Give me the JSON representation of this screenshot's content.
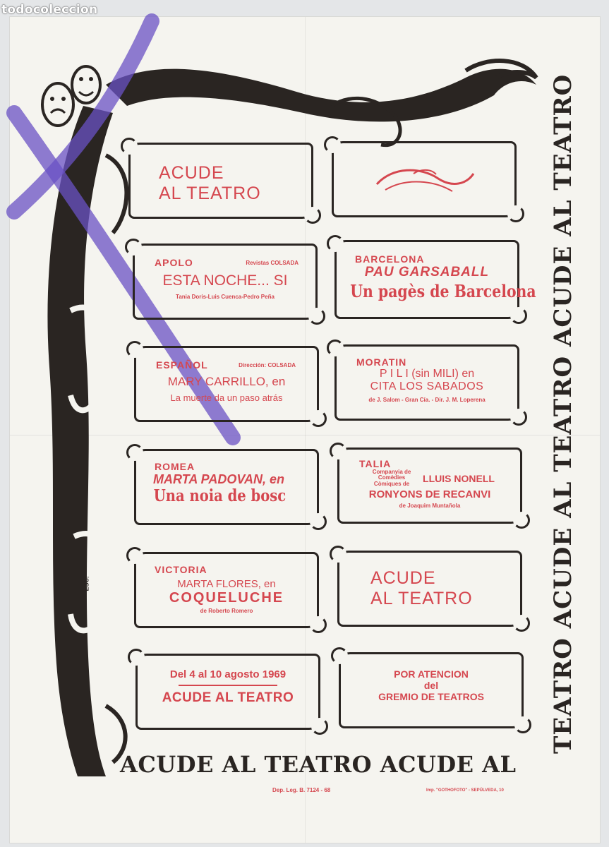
{
  "watermark": "todocoleccion",
  "colors": {
    "ink_red": "#d5474f",
    "ink_black": "#2a2522",
    "paper": "#f5f4ef",
    "violet_stroke": "#6a52c4"
  },
  "ornament": {
    "masks_icon": "comedy-tragedy-masks"
  },
  "panels": {
    "p1": {
      "l1": "ACUDE",
      "l2": "AL TEATRO"
    },
    "p2": {
      "flourish_icon": "red-flourish"
    },
    "p3": {
      "theatre": "APOLO",
      "company": "Revistas COLSADA",
      "play": "ESTA NOCHE... SI",
      "cast": "Tania Doris-Luis Cuenca-Pedro Peña"
    },
    "p4": {
      "theatre": "BARCELONA",
      "actor": "PAU GARSABALL",
      "play": "Un pagès de Barcelona"
    },
    "p5": {
      "theatre": "ESPAÑOL",
      "direction": "Dirección: COLSADA",
      "actor": "MARY CARRILLO, en",
      "play": "La muerte da un paso atrás"
    },
    "p6": {
      "theatre": "MORATIN",
      "actor": "P I L I (sin MILI) en",
      "play": "CITA LOS SABADOS",
      "author": "de J. Salom - Gran Cía. - Dir. J. M. Loperena"
    },
    "p7": {
      "theatre": "ROMEA",
      "actor": "MARTA PADOVAN, en",
      "play": "Una noia de bosc"
    },
    "p8": {
      "theatre": "TALIA",
      "company": "Companyia de Comèdies Còmiques de",
      "actor": "LLUIS NONELL",
      "play": "RONYONS DE RECANVI",
      "author": "de Joaquim Muntañola"
    },
    "p9": {
      "theatre": "VICTORIA",
      "actor": "MARTA FLORES, en",
      "play": "COQUELUCHE",
      "author": "de Roberto Romero"
    },
    "p10": {
      "l1": "ACUDE",
      "l2": "AL TEATRO"
    },
    "p11": {
      "dates": "Del 4 al 10 agosto 1969",
      "slogan": "ACUDE AL TEATRO"
    },
    "p12": {
      "l1": "POR ATENCION",
      "l2": "del",
      "l3": "GREMIO DE TEATROS"
    }
  },
  "vertical_slogan": "TEATRO ACUDE AL TEATRO ACUDE AL TEATRO",
  "bottom_slogan": "ACUDE AL TEATRO  ACUDE AL",
  "signature": "ESC.",
  "legal": {
    "deposit": "Dep. Leg. B. 7124 - 68",
    "printer": "Imp. \"GOTHOFOTO\" - SEPÚLVEDA, 10"
  }
}
